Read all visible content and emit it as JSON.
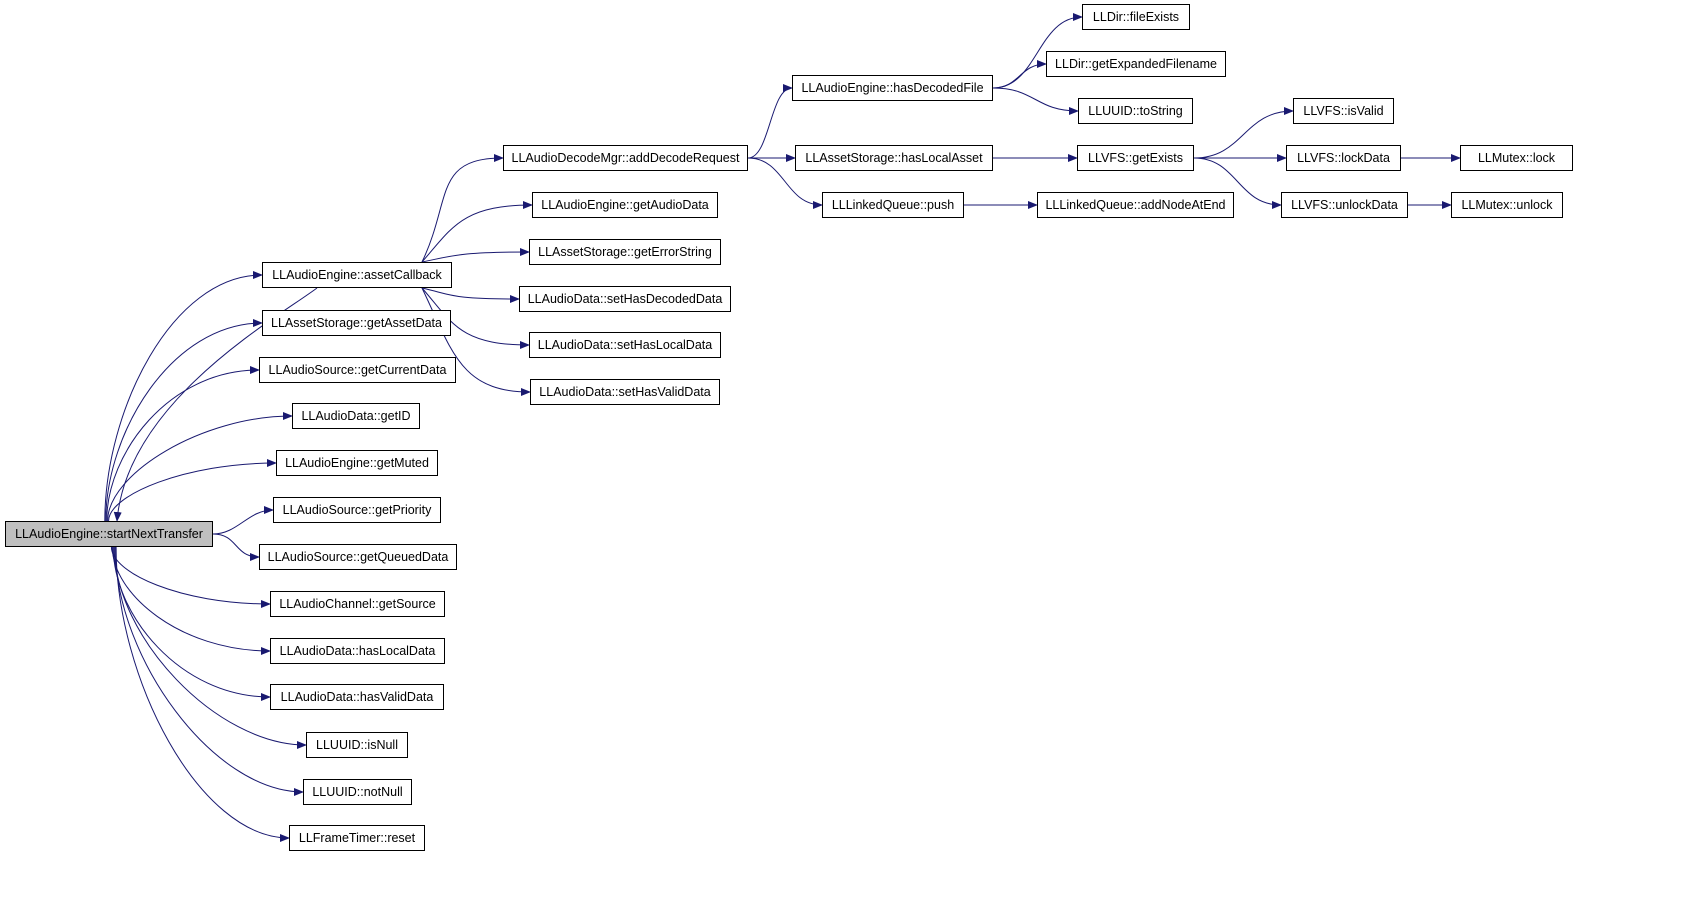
{
  "graph": {
    "nodes": [
      {
        "id": "start",
        "label": "LLAudioEngine::startNextTransfer",
        "highlight": true
      },
      {
        "id": "assetCallback",
        "label": "LLAudioEngine::assetCallback"
      },
      {
        "id": "getAssetData",
        "label": "LLAssetStorage::getAssetData"
      },
      {
        "id": "getCurrentData",
        "label": "LLAudioSource::getCurrentData"
      },
      {
        "id": "getID",
        "label": "LLAudioData::getID"
      },
      {
        "id": "getMuted",
        "label": "LLAudioEngine::getMuted"
      },
      {
        "id": "getPriority",
        "label": "LLAudioSource::getPriority"
      },
      {
        "id": "getQueuedData",
        "label": "LLAudioSource::getQueuedData"
      },
      {
        "id": "getSource",
        "label": "LLAudioChannel::getSource"
      },
      {
        "id": "hasLocalData",
        "label": "LLAudioData::hasLocalData"
      },
      {
        "id": "hasValidData",
        "label": "LLAudioData::hasValidData"
      },
      {
        "id": "isNull",
        "label": "LLUUID::isNull"
      },
      {
        "id": "notNull",
        "label": "LLUUID::notNull"
      },
      {
        "id": "reset",
        "label": "LLFrameTimer::reset"
      },
      {
        "id": "addDecodeRequest",
        "label": "LLAudioDecodeMgr::addDecodeRequest"
      },
      {
        "id": "getAudioData",
        "label": "LLAudioEngine::getAudioData"
      },
      {
        "id": "getErrorString",
        "label": "LLAssetStorage::getErrorString"
      },
      {
        "id": "setHasDecodedData",
        "label": "LLAudioData::setHasDecodedData"
      },
      {
        "id": "setHasLocalData",
        "label": "LLAudioData::setHasLocalData"
      },
      {
        "id": "setHasValidData",
        "label": "LLAudioData::setHasValidData"
      },
      {
        "id": "hasDecodedFile",
        "label": "LLAudioEngine::hasDecodedFile"
      },
      {
        "id": "hasLocalAsset",
        "label": "LLAssetStorage::hasLocalAsset"
      },
      {
        "id": "push",
        "label": "LLLinkedQueue::push"
      },
      {
        "id": "fileExists",
        "label": "LLDir::fileExists"
      },
      {
        "id": "getExpandedFilename",
        "label": "LLDir::getExpandedFilename"
      },
      {
        "id": "toString",
        "label": "LLUUID::toString"
      },
      {
        "id": "getExists",
        "label": "LLVFS::getExists"
      },
      {
        "id": "addNodeAtEnd",
        "label": "LLLinkedQueue::addNodeAtEnd"
      },
      {
        "id": "isValid",
        "label": "LLVFS::isValid"
      },
      {
        "id": "lockData",
        "label": "LLVFS::lockData"
      },
      {
        "id": "unlockData",
        "label": "LLVFS::unlockData"
      },
      {
        "id": "lock",
        "label": "LLMutex::lock"
      },
      {
        "id": "unlock",
        "label": "LLMutex::unlock"
      }
    ],
    "edges": [
      [
        "start",
        "assetCallback"
      ],
      [
        "start",
        "getAssetData"
      ],
      [
        "start",
        "getCurrentData"
      ],
      [
        "start",
        "getID"
      ],
      [
        "start",
        "getMuted"
      ],
      [
        "start",
        "getPriority"
      ],
      [
        "start",
        "getQueuedData"
      ],
      [
        "start",
        "getSource"
      ],
      [
        "start",
        "hasLocalData"
      ],
      [
        "start",
        "hasValidData"
      ],
      [
        "start",
        "isNull"
      ],
      [
        "start",
        "notNull"
      ],
      [
        "start",
        "reset"
      ],
      [
        "assetCallback",
        "start"
      ],
      [
        "assetCallback",
        "addDecodeRequest"
      ],
      [
        "assetCallback",
        "getAudioData"
      ],
      [
        "assetCallback",
        "getErrorString"
      ],
      [
        "assetCallback",
        "setHasDecodedData"
      ],
      [
        "assetCallback",
        "setHasLocalData"
      ],
      [
        "assetCallback",
        "setHasValidData"
      ],
      [
        "addDecodeRequest",
        "hasDecodedFile"
      ],
      [
        "addDecodeRequest",
        "hasLocalAsset"
      ],
      [
        "addDecodeRequest",
        "push"
      ],
      [
        "hasDecodedFile",
        "fileExists"
      ],
      [
        "hasDecodedFile",
        "getExpandedFilename"
      ],
      [
        "hasDecodedFile",
        "toString"
      ],
      [
        "hasLocalAsset",
        "getExists"
      ],
      [
        "push",
        "addNodeAtEnd"
      ],
      [
        "getExists",
        "isValid"
      ],
      [
        "getExists",
        "lockData"
      ],
      [
        "getExists",
        "unlockData"
      ],
      [
        "lockData",
        "lock"
      ],
      [
        "unlockData",
        "unlock"
      ]
    ],
    "colors": {
      "edge": "#191970",
      "root_fill": "#bfbfbf",
      "node_fill": "#ffffff",
      "border": "#000000"
    }
  }
}
